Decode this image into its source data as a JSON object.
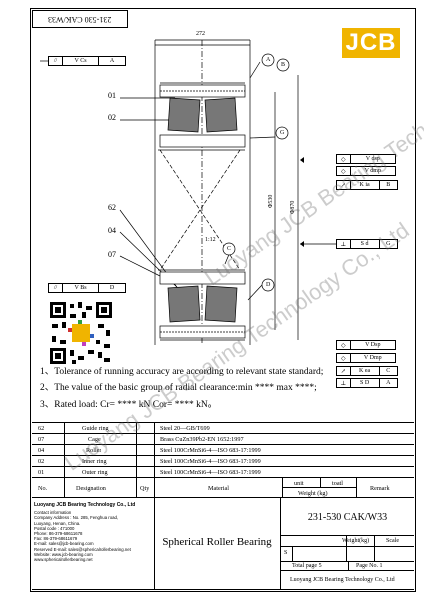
{
  "header": {
    "part_code_box": "231-530 CAK/W33",
    "logo": "JCB",
    "dim_width": "272",
    "dim_bore": "Φ530",
    "dim_outer": "Φ870",
    "taper": "1:12"
  },
  "callouts": {
    "c01": "01",
    "c02": "02",
    "c62": "62",
    "c04": "04",
    "c07": "07",
    "datum_a": "A",
    "datum_b": "B",
    "datum_c": "C",
    "datum_d": "D",
    "datum_g": "G"
  },
  "gdt_left": [
    {
      "sym": "//",
      "val": "V Cs",
      "ref": "A"
    },
    {
      "sym": "//",
      "val": "V Bs",
      "ref": "D"
    }
  ],
  "gdt_right_top": [
    {
      "sym": "◇",
      "val": "V dsp",
      "ref": ""
    },
    {
      "sym": "◇",
      "val": "V dmp",
      "ref": ""
    },
    {
      "sym": "↗",
      "val": "K ia",
      "ref": "B"
    }
  ],
  "gdt_right_mid": {
    "sym": "⊥",
    "val": "S d",
    "ref": "G"
  },
  "gdt_right_bottom": [
    {
      "sym": "◇",
      "val": "V Dsp",
      "ref": ""
    },
    {
      "sym": "◇",
      "val": "V Dmp",
      "ref": ""
    },
    {
      "sym": "↗",
      "val": "K ea",
      "ref": "C"
    },
    {
      "sym": "⊥",
      "val": "S D",
      "ref": "A"
    }
  ],
  "notes": [
    "1、Tolerance of running accuracy are according to relevant state standard;",
    "2、The value of the basic group of radial clearance:min **** max ****;",
    "3、Rated load: Cr= **** kN Cor= **** kN。"
  ],
  "parts": [
    {
      "no": "62",
      "designation": "Guide ring",
      "qty": "",
      "material": "Steel 20—GB/T699"
    },
    {
      "no": "07",
      "designation": "Cage",
      "qty": "",
      "material": "Brass CuZn39Pb2-EN 1652:1997"
    },
    {
      "no": "04",
      "designation": "Roller",
      "qty": "",
      "material": "Steel 100CrMnSi6-4—ISO 683-17:1999"
    },
    {
      "no": "02",
      "designation": "Inner ring",
      "qty": "",
      "material": "Steel 100CrMnSi6-4—ISO 683-17:1999"
    },
    {
      "no": "01",
      "designation": "Outer ring",
      "qty": "",
      "material": "Steel 100CrMnSi6-4—ISO 683-17:1999"
    }
  ],
  "parts_header": {
    "no": "No.",
    "designation": "Designation",
    "qty": "Qty",
    "material": "Material",
    "unit": "unit",
    "total": "toatl",
    "weight": "Weight  (kg)",
    "remark": "Remark"
  },
  "company": {
    "name": "Luoyang JCB Bearing Technology Co., Ltd",
    "lines": [
      "Contact information",
      "Company Address : No. 285, Fenghua road,",
      "Luoyang, Henan, China.",
      "Postal code : 471000",
      "Phone: 86-379-68611678",
      "Fax: 86-379-68611679",
      "E-mail: sales@jcb-bearing.com",
      "Reserved E-mail: sales@sphericalrollerbearing.net",
      "Website: www.jcb-bearing.com",
      "         www.sphericalrollerbearing.net"
    ]
  },
  "title_block": {
    "product": "Spherical Roller Bearing",
    "part_code": "231-530 CAK/W33",
    "weight_label": "Weight(kg)",
    "scale_label": "Scale",
    "s_label": "S",
    "total_page": "Total page 5",
    "page_no": "Page No. 1",
    "company_footer": "Luoyang JCB Bearing Technology Co., Ltd"
  },
  "watermarks": [
    "Luoyang JCB Bearing Technology Co., Ltd",
    "Luoyang JCB Bearing Technology Co., Ltd"
  ],
  "colors": {
    "logo_bg": "#f0b400",
    "logo_text": "#ffffff",
    "line": "#000000",
    "section_fill": "#555555"
  }
}
